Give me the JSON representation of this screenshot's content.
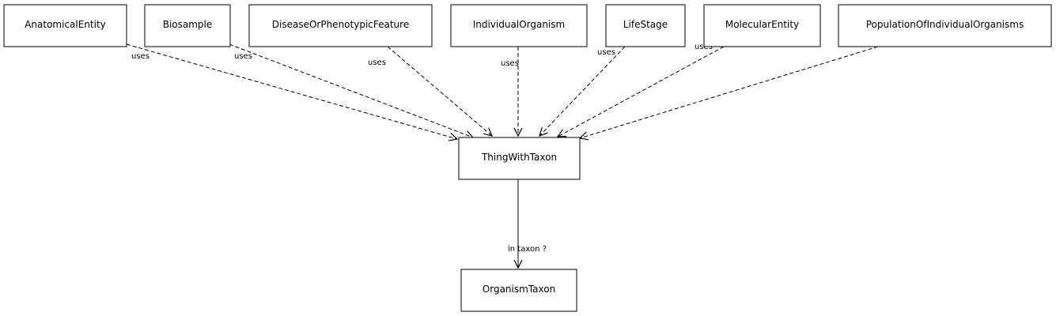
{
  "nodes": {
    "anatomical_entity": "AnatomicalEntity",
    "biosample": "Biosample",
    "disease_or_phenotypic_feature": "DiseaseOrPhenotypicFeature",
    "individual_organism": "IndividualOrganism",
    "life_stage": "LifeStage",
    "molecular_entity": "MolecularEntity",
    "population_of_individual_organisms": "PopulationOfIndividualOrganisms",
    "thing_with_taxon": "ThingWithTaxon",
    "organism_taxon": "OrganismTaxon"
  },
  "edges": {
    "uses_label": "uses",
    "in_taxon_label": "in taxon ?"
  },
  "edge_style": {
    "color": "#000000",
    "uses_style": "dashed",
    "in_taxon_style": "solid"
  }
}
